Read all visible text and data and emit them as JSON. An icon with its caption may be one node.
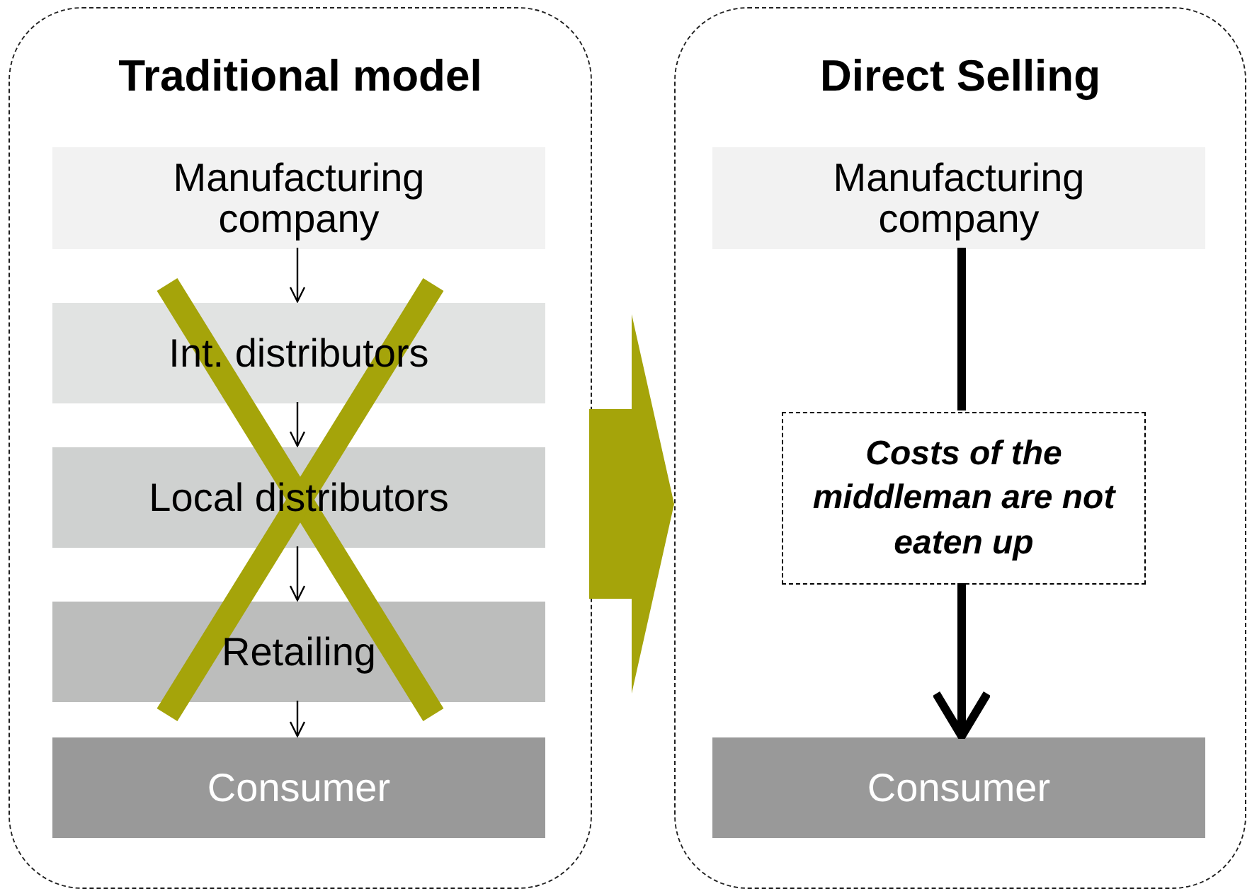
{
  "diagram": {
    "nodes": [
      {
        "text": [
          "Traditional model"
        ]
      },
      {
        "text": [
          "Manufacturing company"
        ],
        "in": 0
      },
      {
        "text": [
          "Int. distributors"
        ],
        "in": 0
      },
      {
        "text": [
          "Local distributors"
        ],
        "in": 0
      },
      {
        "text": [
          "Retailing"
        ],
        "in": 0
      },
      {
        "text": [
          "Consumer"
        ],
        "in": 0
      },
      {
        "text": [
          "Direct Selling"
        ]
      },
      {
        "text": [
          "Manufacturing company"
        ],
        "in": 6
      },
      {
        "text": [
          "Costs of the middleman are not eaten up"
        ],
        "in": 6
      },
      {
        "text": [
          "Consumer"
        ],
        "in": 6
      }
    ],
    "edges": [
      {
        "from": 1,
        "to": 2,
        "arrow": "to"
      },
      {
        "from": 2,
        "to": 3,
        "arrow": "to"
      },
      {
        "from": 3,
        "to": 4,
        "arrow": "to"
      },
      {
        "from": 4,
        "to": 5,
        "arrow": "to"
      },
      {
        "from": 0,
        "to": 6,
        "arrow": "to",
        "style": "thick",
        "color": "#a5a40a"
      },
      {
        "from": 7,
        "to": 8,
        "arrow": "none",
        "style": "thick"
      },
      {
        "from": 8,
        "to": 9,
        "arrow": "to",
        "style": "thick"
      }
    ]
  }
}
